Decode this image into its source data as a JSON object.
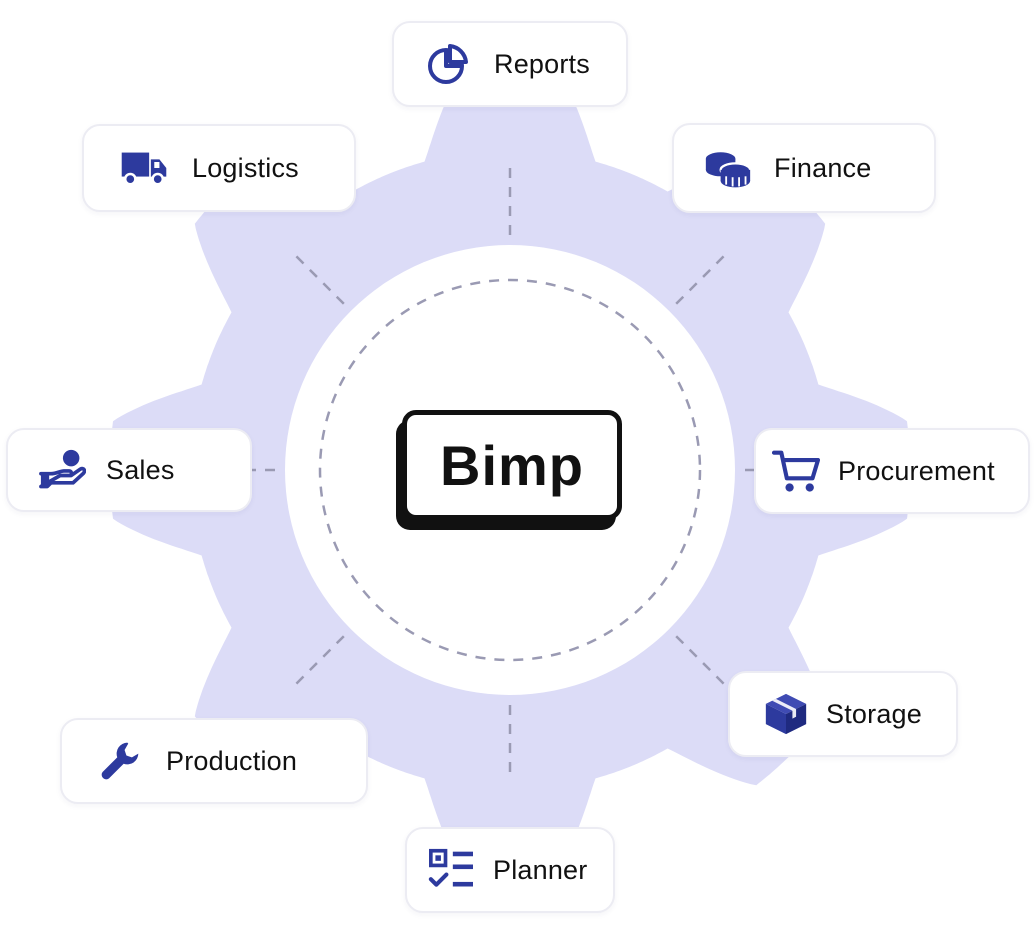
{
  "colors": {
    "gear": "#dcdcf7",
    "accent": "#2d3a9e",
    "dash": "#9a9ab3"
  },
  "center": {
    "logo_text": "Bimp"
  },
  "modules": [
    {
      "id": "reports",
      "label": "Reports",
      "icon": "pie-chart-icon"
    },
    {
      "id": "finance",
      "label": "Finance",
      "icon": "coins-icon"
    },
    {
      "id": "procurement",
      "label": "Procurement",
      "icon": "shopping-cart-icon"
    },
    {
      "id": "storage",
      "label": "Storage",
      "icon": "box-icon"
    },
    {
      "id": "planner",
      "label": "Planner",
      "icon": "checklist-icon"
    },
    {
      "id": "production",
      "label": "Production",
      "icon": "wrench-icon"
    },
    {
      "id": "sales",
      "label": "Sales",
      "icon": "hand-coin-icon"
    },
    {
      "id": "logistics",
      "label": "Logistics",
      "icon": "truck-icon"
    }
  ]
}
